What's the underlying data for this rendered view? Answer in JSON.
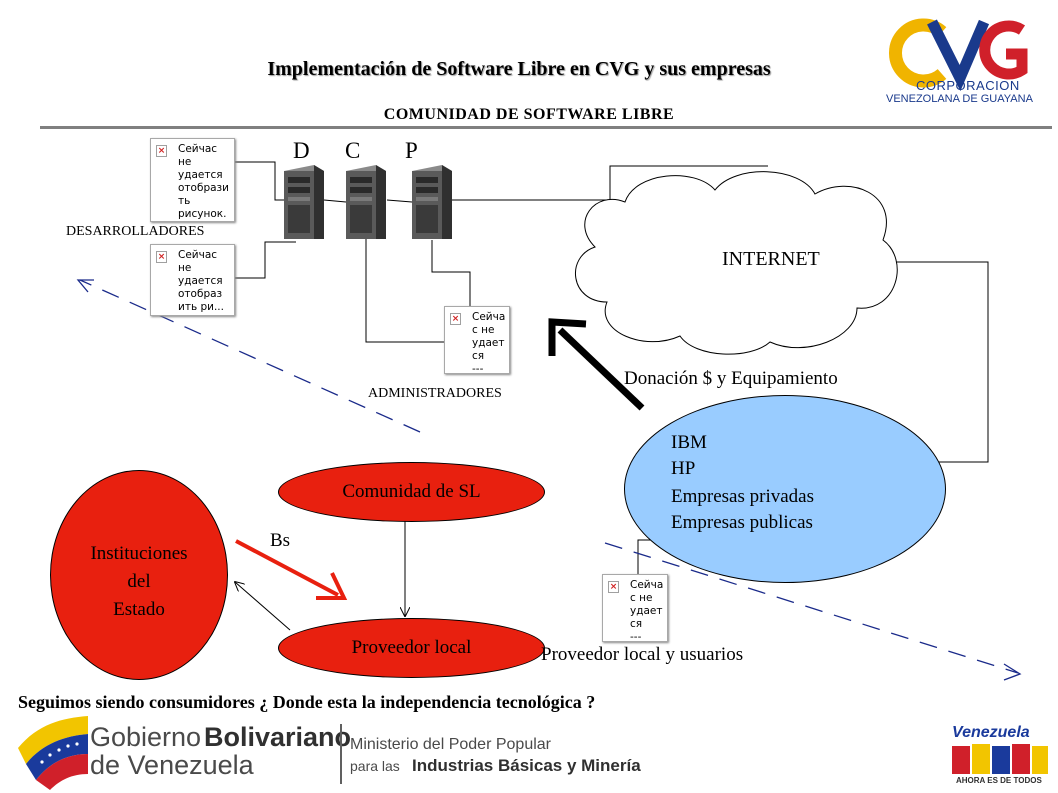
{
  "header": {
    "title": "Implementación de  Software  Libre en CVG y sus empresas",
    "subtitle": "COMUNIDAD  DE SOFTWARE LIBRE"
  },
  "logo_cvg": {
    "letters": "CVG",
    "line1": "CORPORACION",
    "line2": "VENEZOLANA DE GUAYANA",
    "colors": {
      "c": "#f0b400",
      "v": "#1a3a8c",
      "g": "#d0202a"
    }
  },
  "servers": {
    "d": "D",
    "c": "C",
    "p": "P"
  },
  "placeholders": {
    "dev1": "Сейчас\nне\nудается\nотобрази\nть\nрисунок.",
    "dev2": "Сейчас\nне\nудается\nотобраз\nить ри...",
    "admin": "Сейча\nс не\nудает\nся\n---",
    "user": "Сейча\nс не\nудает\nся\n---"
  },
  "labels": {
    "desarrolladores": "DESARROLLADORES",
    "administradores": "ADMINISTRADORES",
    "internet": "INTERNET",
    "donacion": "Donación $ y Equipamiento",
    "bs": "Bs",
    "proveedor_usuarios": "Proveedor local y usuarios"
  },
  "blue_ellipse": {
    "line1": "IBM",
    "line2": "HP",
    "line3": "Empresas privadas",
    "line4": "Empresas publicas"
  },
  "nodes": {
    "instituciones_1": "Instituciones",
    "instituciones_2": "del",
    "instituciones_3": "Estado",
    "comunidad": "Comunidad de SL",
    "proveedor": "Proveedor local"
  },
  "footer": {
    "question": "Seguimos siendo consumidores ¿ Donde esta la independencia tecnológica ?",
    "gob_1": "Gobierno",
    "gob_2": "Bolivariano",
    "gob_3": "de Venezuela",
    "min_1": "Ministerio del  Poder Popular",
    "min_2": "para las",
    "min_3": "Industrias Básicas y Minería",
    "vzla_1": "Venezuela",
    "vzla_2": "AHORA ES DE TODOS"
  }
}
